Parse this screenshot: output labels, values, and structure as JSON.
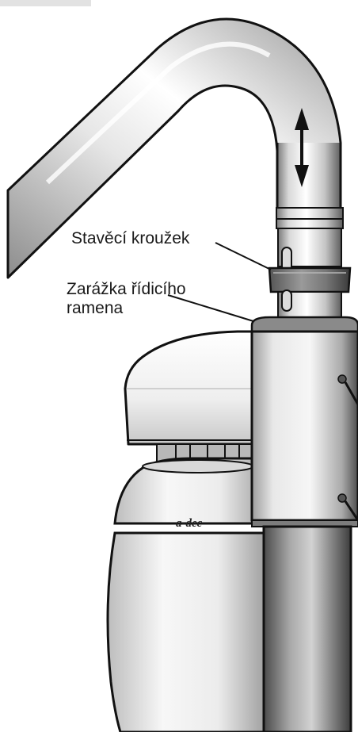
{
  "labels": {
    "adjustment_ring": "Stavěcí kroužek",
    "arm_stop_line1": "Zarážka řídicího",
    "arm_stop_line2": "ramena"
  },
  "brand": {
    "logo_text": "a-dec"
  },
  "colors": {
    "metal_light": "#f4f4f4",
    "metal_mid": "#bdbdbd",
    "metal_dark": "#6a6a6a",
    "outline": "#111111",
    "ring": "#7a7a7a"
  },
  "icons": {
    "motion_arrow": "double-arrow-vertical-icon"
  }
}
